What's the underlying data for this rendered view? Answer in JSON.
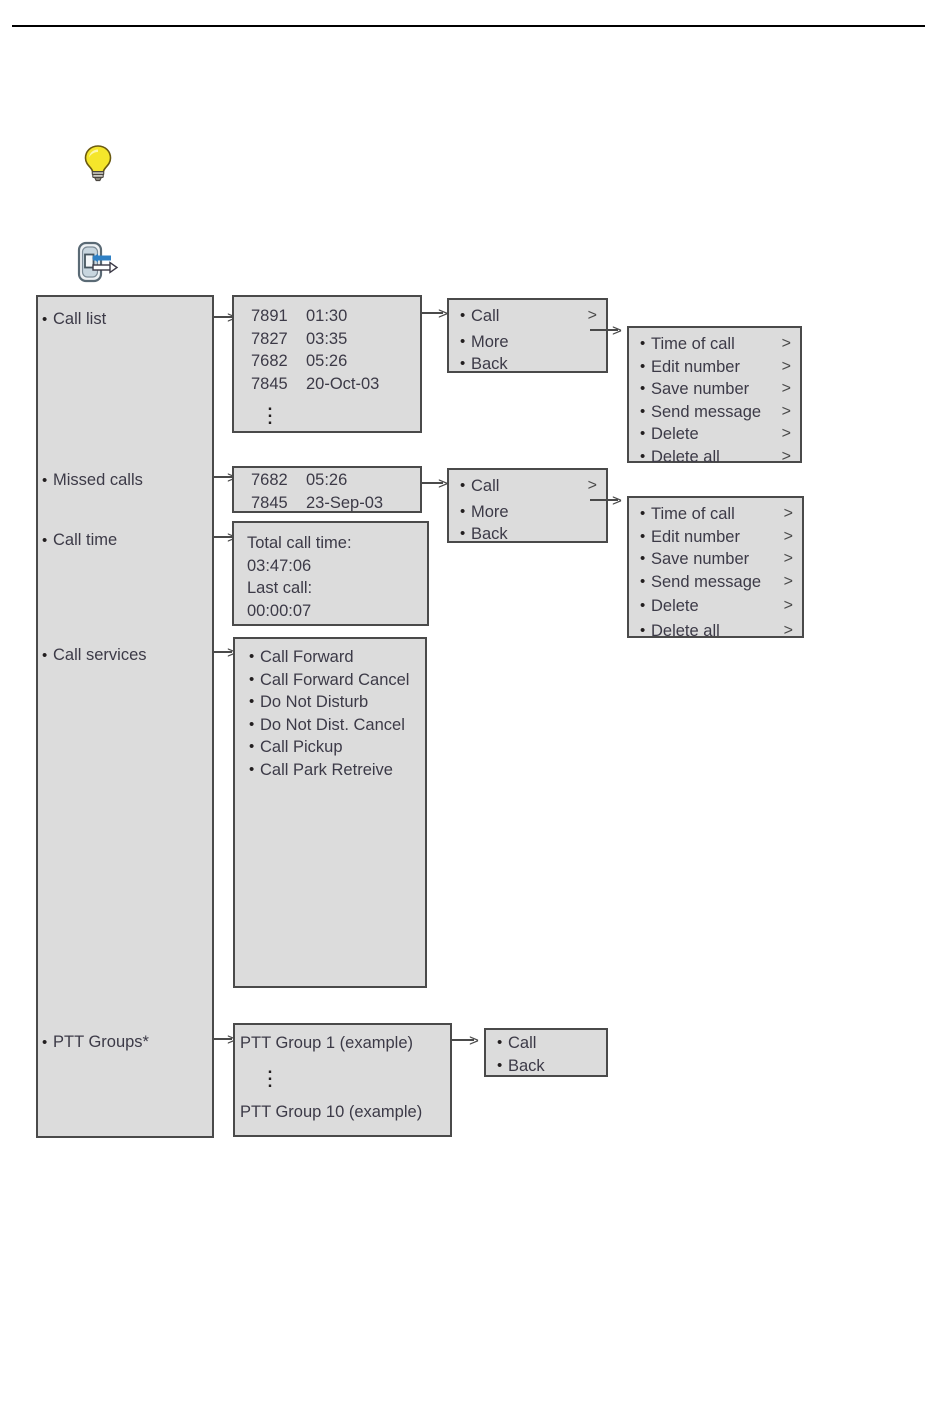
{
  "page": {
    "rule": true
  },
  "icons": [
    {
      "name": "tip-lightbulb-icon",
      "label": "tip"
    },
    {
      "name": "calls-inout-icon",
      "label": "calls"
    }
  ],
  "sidebar": {
    "items": [
      {
        "label": "Call list"
      },
      {
        "label": "Missed calls"
      },
      {
        "label": "Call time"
      },
      {
        "label": "Call services"
      },
      {
        "label": "PTT Groups*"
      }
    ]
  },
  "call_list": {
    "rows": [
      {
        "number": "7891",
        "value": "01:30"
      },
      {
        "number": "7827",
        "value": "03:35"
      },
      {
        "number": "7682",
        "value": "05:26"
      },
      {
        "number": "7845",
        "value": "20-Oct-03"
      }
    ],
    "more_indicator": "⋮"
  },
  "missed_calls": {
    "rows": [
      {
        "number": "7682",
        "value": "05:26"
      },
      {
        "number": "7845",
        "value": "23-Sep-03"
      }
    ]
  },
  "call_time": {
    "lines": [
      "Total call time:",
      "03:47:06",
      "Last call:",
      "00:00:07"
    ]
  },
  "call_services": {
    "items": [
      {
        "label": "Call Forward"
      },
      {
        "label": "Call Forward Cancel"
      },
      {
        "label": "Do Not Disturb"
      },
      {
        "label": "Do Not Dist. Cancel"
      },
      {
        "label": "Call Pickup"
      },
      {
        "label": "Call Park Retreive"
      }
    ]
  },
  "ptt_groups": {
    "first": "PTT Group 1 (example)",
    "more_indicator": "⋮",
    "last": "PTT Group 10 (example)"
  },
  "call_more_back_1": {
    "items": [
      {
        "label": "Call",
        "chevron": ">"
      },
      {
        "label": "More",
        "chevron": ""
      },
      {
        "label": "Back",
        "chevron": ""
      }
    ]
  },
  "call_more_back_2": {
    "items": [
      {
        "label": "Call",
        "chevron": ">"
      },
      {
        "label": "More",
        "chevron": ""
      },
      {
        "label": "Back",
        "chevron": ""
      }
    ]
  },
  "ptt_call_back": {
    "items": [
      {
        "label": "Call"
      },
      {
        "label": "Back"
      }
    ]
  },
  "more_submenu_1": {
    "items": [
      {
        "label": "Time of call",
        "chevron": ">"
      },
      {
        "label": "Edit number",
        "chevron": ">"
      },
      {
        "label": "Save number",
        "chevron": ">"
      },
      {
        "label": "Send message",
        "chevron": ">"
      },
      {
        "label": "Delete",
        "chevron": ">"
      },
      {
        "label": "Delete all",
        "chevron": ">"
      }
    ]
  },
  "more_submenu_2": {
    "items": [
      {
        "label": "Time of call",
        "chevron": ">"
      },
      {
        "label": "Edit number",
        "chevron": ">"
      },
      {
        "label": "Save number",
        "chevron": ">"
      },
      {
        "label": "Send message",
        "chevron": ">"
      },
      {
        "label": "Delete",
        "chevron": ">"
      },
      {
        "label": "Delete all",
        "chevron": ">"
      }
    ]
  },
  "colors": {
    "box_fill": "#dcdcdc",
    "box_border": "#4a4a4a",
    "text": "#3c3a47",
    "rule": "#000000",
    "bulb_yellow": "#f2e32a",
    "icon_blue": "#2f7fc4"
  }
}
